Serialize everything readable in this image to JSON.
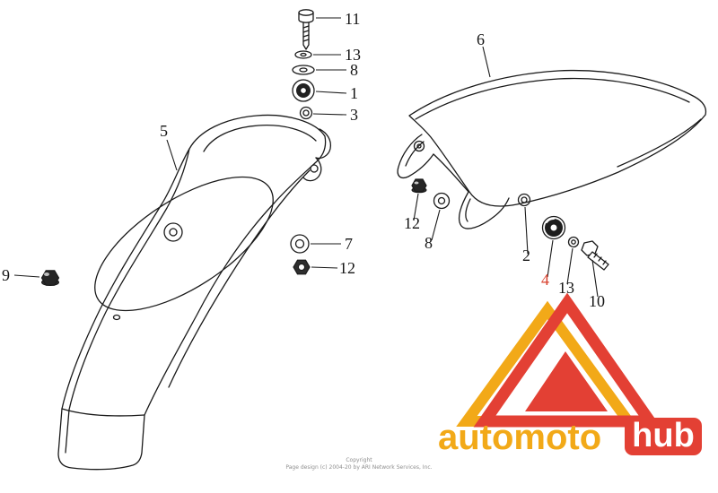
{
  "callouts": {
    "n11": "11",
    "n13a": "13",
    "n8a": "8",
    "n1": "1",
    "n3": "3",
    "n5": "5",
    "n7": "7",
    "n12a": "12",
    "n9": "9",
    "n6": "6",
    "n12b": "12",
    "n8b": "8",
    "n2": "2",
    "n4": "4",
    "n13b": "13",
    "n10": "10"
  },
  "watermark": {
    "brand_left": "automoto",
    "brand_right": "hub"
  },
  "footer": {
    "line1": "Copyright",
    "line2": "Page design (c) 2004-20 by ARI Network Services, Inc."
  },
  "colors": {
    "highlight": "#d8422f",
    "brand_orange": "#f2a50c",
    "brand_red": "#e2362a",
    "ink": "#141414",
    "footer_gray": "#8f8f8f"
  }
}
